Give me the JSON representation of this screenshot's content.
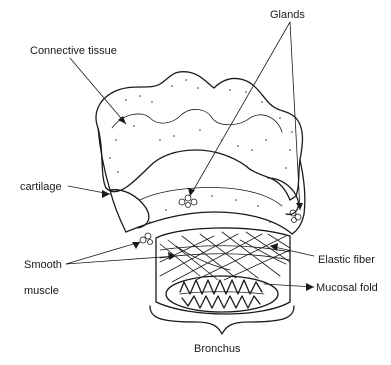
{
  "diagram": {
    "labels": {
      "glands": "Glands",
      "connective_tissue": "Connective tissue",
      "cartilage": "cartilage",
      "smooth_muscle_line1": "Smooth",
      "smooth_muscle_line2": "muscle",
      "elastic_fiber": "Elastic fiber",
      "mucosal_fold": "Mucosal fold",
      "bronchus": "Bronchus"
    }
  }
}
